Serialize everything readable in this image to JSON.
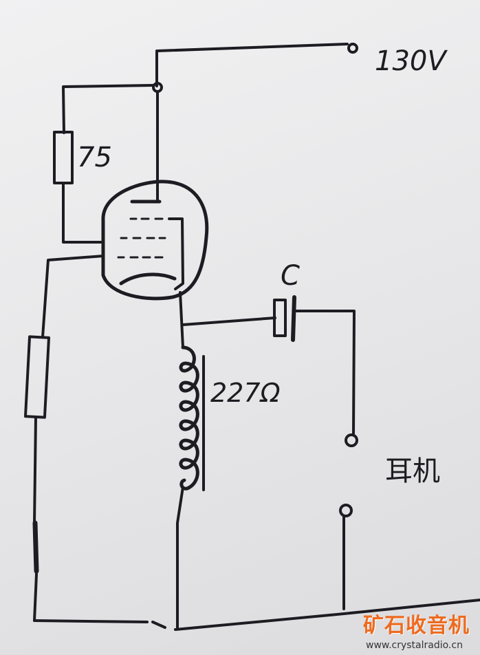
{
  "labels": {
    "supply_voltage": "130V",
    "resistor_value": "75",
    "capacitor_name": "C",
    "coil_value": "227Ω",
    "earphone_label": "耳机"
  },
  "watermark": {
    "chinese": "矿石收音机",
    "url": "www.crystalradio.cn",
    "color": "#ee6a1e"
  }
}
